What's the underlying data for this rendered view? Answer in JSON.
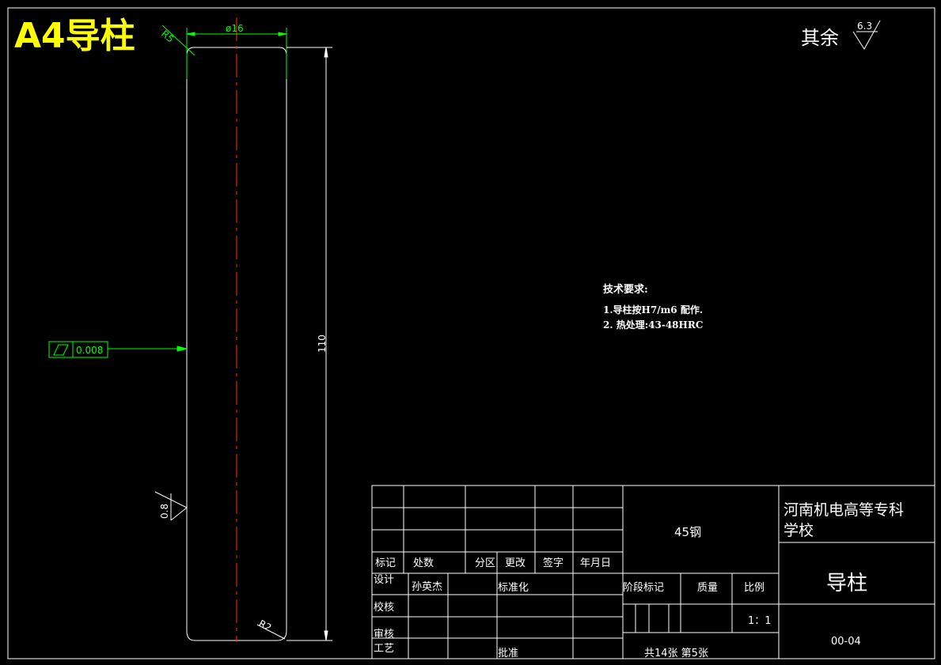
{
  "drawing": {
    "title": "A4导柱",
    "roughness_prefix": "其余",
    "roughness_value": "6.3",
    "dim_diameter": "ø16",
    "dim_chamfer": "R5",
    "dim_length": "110",
    "dim_fillet": "R2",
    "flatness_tolerance": "0.008",
    "surface_finish_side": "0.8"
  },
  "tech_requirements": {
    "heading": "技术要求:",
    "line1": "1.导柱按H7/m6  配作.",
    "line2": "2. 热处理:43-48HRC"
  },
  "title_block": {
    "material": "45钢",
    "school_line1": "河南机电高等专科",
    "school_line2": "学校",
    "part_name": "导柱",
    "drawing_no": "00-04",
    "scale": "1：1",
    "sheets": "共14张  第5张",
    "labels": {
      "mark": "标记",
      "count": "处数",
      "zone": "分区",
      "change": "更改",
      "sign": "签字",
      "date": "年月日",
      "design": "设计",
      "designer": "孙英杰",
      "standardize": "标准化",
      "check": "校核",
      "review": "审核",
      "process": "工艺",
      "approve": "批准",
      "stage": "阶段标记",
      "mass": "质量",
      "ratio": "比例"
    }
  },
  "colors": {
    "outline": "#ffffff",
    "dimension": "#00ff00",
    "centerline": "#ff3300",
    "title": "#ffff00"
  }
}
